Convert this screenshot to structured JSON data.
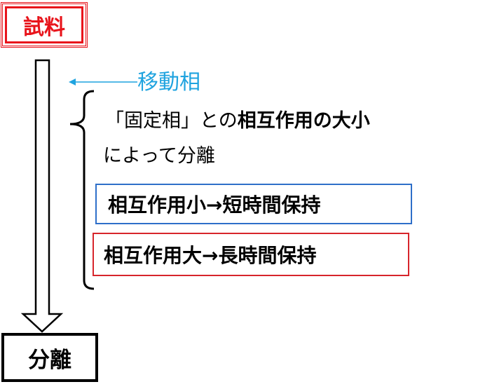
{
  "sample": {
    "label": "試料"
  },
  "mobile_phase": {
    "label": "移動相"
  },
  "description": {
    "line1_prefix": "「固定相」との",
    "line1_bold": "相互作用の大小",
    "line2": "によって分離"
  },
  "weak_interaction": {
    "label": "相互作用小→短時間保持",
    "border_color": "#2e6fc9"
  },
  "strong_interaction": {
    "label": "相互作用大→長時間保持",
    "border_color": "#d7252b"
  },
  "separation": {
    "label": "分離"
  },
  "colors": {
    "sample": "#e8141b",
    "mobile_phase": "#1fa3df",
    "text": "#000000"
  }
}
